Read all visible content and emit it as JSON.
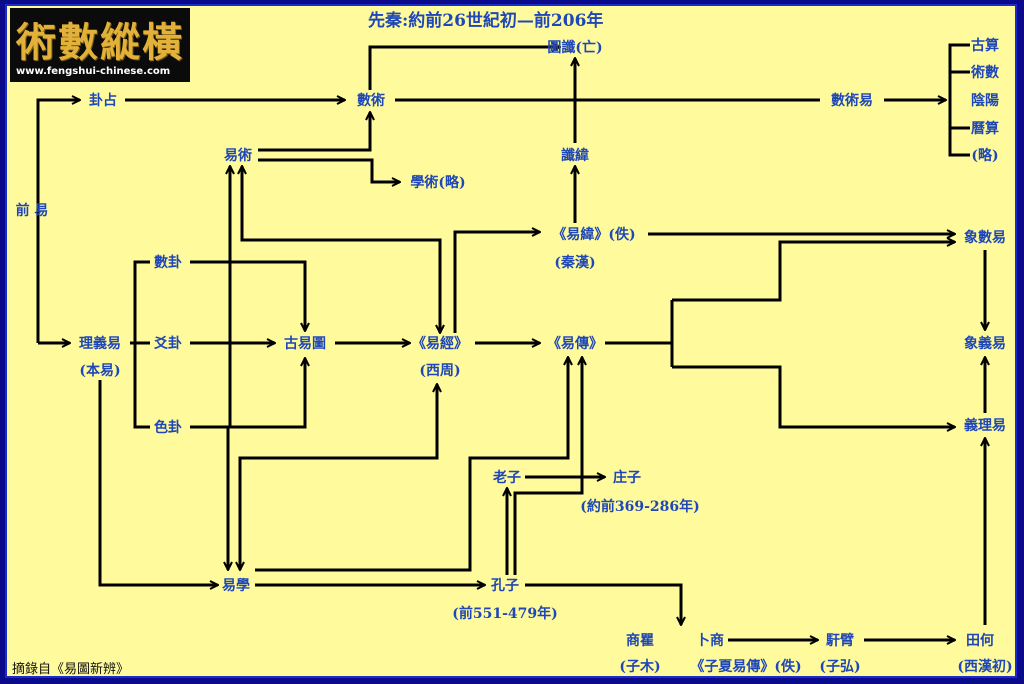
{
  "title": "先秦:約前26世紀初—前206年",
  "logo": {
    "text": "術數縱橫",
    "url": "www.fengshui-chinese.com"
  },
  "source": "摘錄自《易圖新辨》",
  "nodes": {
    "qianyi": "前 易",
    "guazhan": "卦占",
    "shushu": "數術",
    "tuchen": "圖讖(亡)",
    "shushuyi": "數術易",
    "yishu": "易術",
    "xueshu": "學術(略)",
    "chenwei": "讖緯",
    "yiwei": "《易緯》(佚)",
    "qinhan": "(秦漢)",
    "shugua": "數卦",
    "yaogua": "爻卦",
    "segua": "色卦",
    "liyiyi": "理義易",
    "benyi": "(本易)",
    "guyitu": "古易圖",
    "yijing": "《易經》",
    "xizhou": "(西周)",
    "yizhuan": "《易傳》",
    "xiangshuyi": "象數易",
    "xiangyiyi": "象義易",
    "yiliyi": "義理易",
    "laozi": "老子",
    "zhuangzi": "庄子",
    "zhuangzi_date": "(約前369-286年)",
    "yixue": "易學",
    "kongzi": "孔子",
    "kongzi_date": "(前551-479年)",
    "shangqu": "商瞿",
    "zimu": "(子木)",
    "bushang": "卜商",
    "zixia": "《子夏易傳》(佚)",
    "hanbi": "馯臂",
    "zihong": "(子弘)",
    "tianhe": "田何",
    "xihanchu": "(西漢初)"
  },
  "shushu_list": [
    "古算",
    "術數",
    "陰陽",
    "曆算",
    "(略)"
  ]
}
